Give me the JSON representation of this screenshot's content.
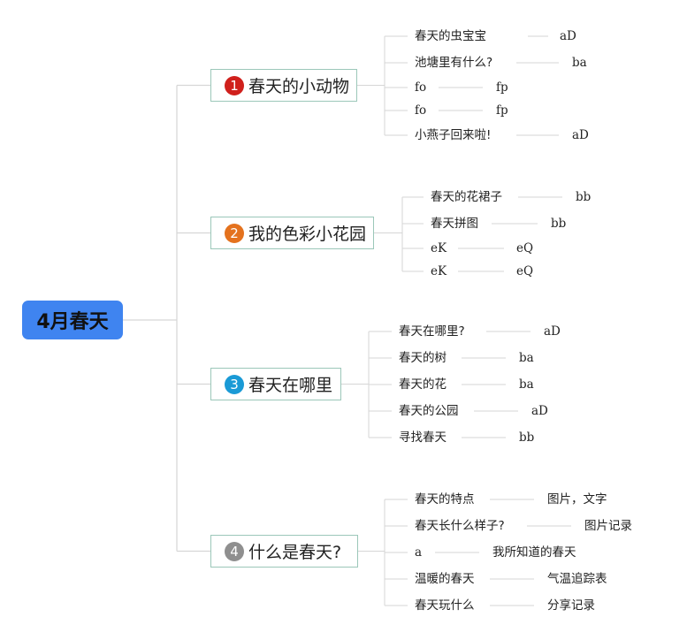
{
  "root": {
    "label": "4月春天"
  },
  "branches": [
    {
      "number": "1",
      "label": "春天的小动物",
      "color": "#d0201c",
      "items": [
        {
          "topic": "春天的虫宝宝",
          "note": "aD"
        },
        {
          "topic": "池塘里有什么?",
          "note": "ba"
        },
        {
          "topic": "fo",
          "note": "fp"
        },
        {
          "topic": "fo",
          "note": "fp"
        },
        {
          "topic": "小燕子回来啦!",
          "note": "aD"
        }
      ]
    },
    {
      "number": "2",
      "label": "我的色彩小花园",
      "color": "#e4721e",
      "items": [
        {
          "topic": "春天的花裙子",
          "note": "bb"
        },
        {
          "topic": "春天拼图",
          "note": "bb"
        },
        {
          "topic": "eK",
          "note": "eQ"
        },
        {
          "topic": "eK",
          "note": "eQ"
        }
      ]
    },
    {
      "number": "3",
      "label": "春天在哪里",
      "color": "#1a9ad6",
      "items": [
        {
          "topic": "春天在哪里?",
          "note": "aD"
        },
        {
          "topic": "春天的树",
          "note": "ba"
        },
        {
          "topic": "春天的花",
          "note": "ba"
        },
        {
          "topic": "春天的公园",
          "note": "aD"
        },
        {
          "topic": "寻找春天",
          "note": "bb"
        }
      ]
    },
    {
      "number": "4",
      "label": "什么是春天?",
      "color": "#8f8f8f",
      "items": [
        {
          "topic": "春天的特点",
          "note": "图片，文字"
        },
        {
          "topic": "春天长什么样子?",
          "note": "图片记录"
        },
        {
          "topic": "a",
          "note": "我所知道的春天"
        },
        {
          "topic": "温暖的春天",
          "note": "气温追踪表"
        },
        {
          "topic": "春天玩什么",
          "note": "分享记录"
        }
      ]
    }
  ]
}
